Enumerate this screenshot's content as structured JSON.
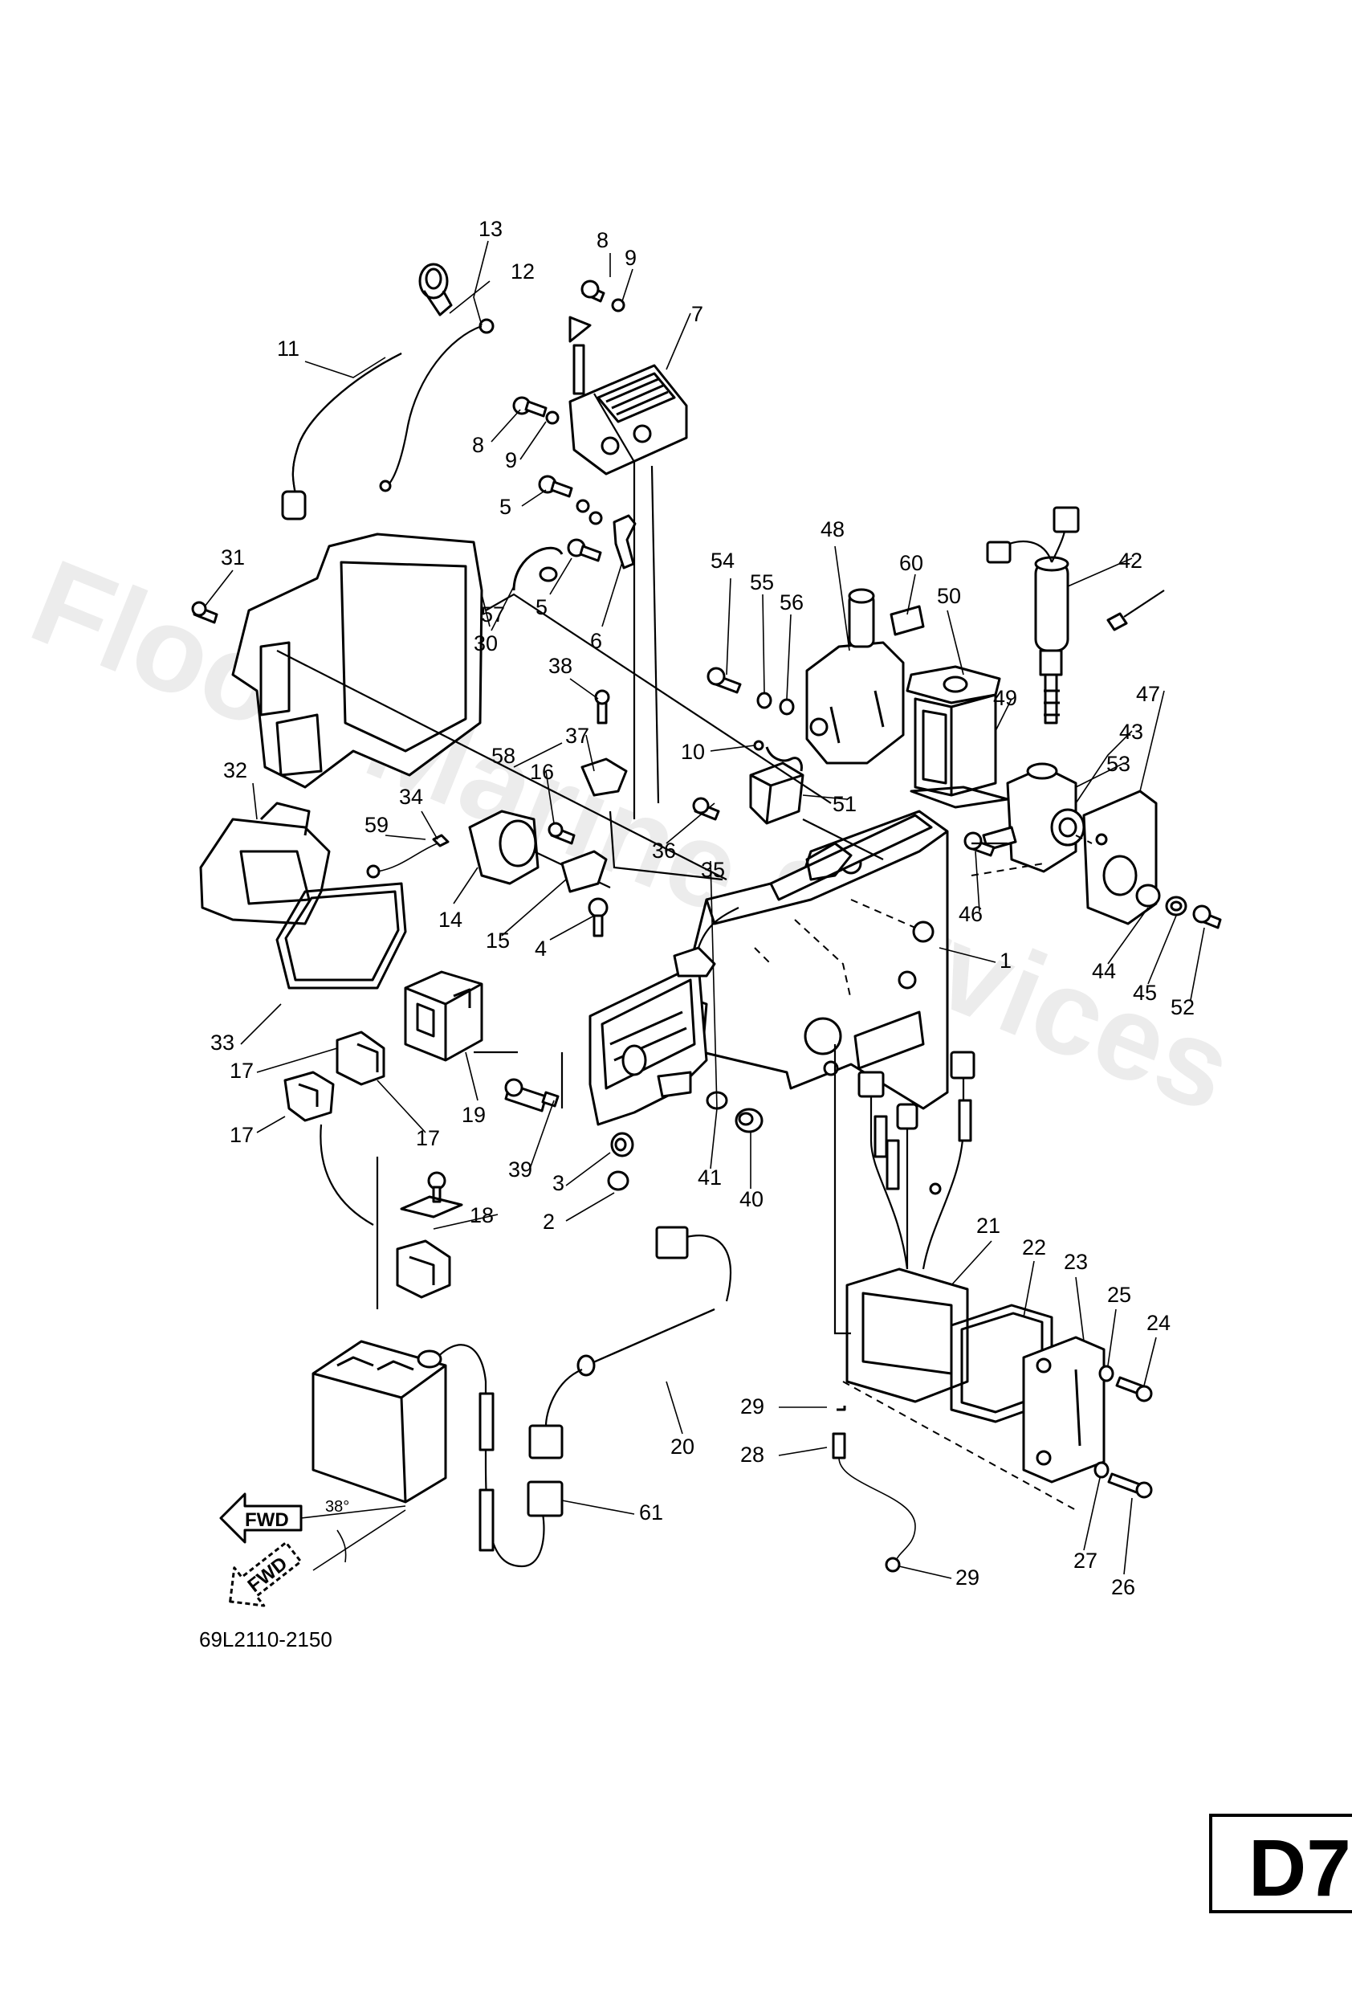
{
  "watermark": "Flood Marine Services",
  "diagram_code": "69L2110-2150",
  "page_label": "D7",
  "fwd_label": "FWD",
  "angle_label": "38°",
  "parts": [
    {
      "id": "p1",
      "label": "1"
    },
    {
      "id": "p2",
      "label": "2"
    },
    {
      "id": "p3",
      "label": "3"
    },
    {
      "id": "p4",
      "label": "4"
    },
    {
      "id": "p5a",
      "label": "5"
    },
    {
      "id": "p5b",
      "label": "5"
    },
    {
      "id": "p6",
      "label": "6"
    },
    {
      "id": "p7",
      "label": "7"
    },
    {
      "id": "p8a",
      "label": "8"
    },
    {
      "id": "p8b",
      "label": "8"
    },
    {
      "id": "p9a",
      "label": "9"
    },
    {
      "id": "p9b",
      "label": "9"
    },
    {
      "id": "p10",
      "label": "10"
    },
    {
      "id": "p11",
      "label": "11"
    },
    {
      "id": "p12",
      "label": "12"
    },
    {
      "id": "p13",
      "label": "13"
    },
    {
      "id": "p14",
      "label": "14"
    },
    {
      "id": "p15",
      "label": "15"
    },
    {
      "id": "p16",
      "label": "16"
    },
    {
      "id": "p17a",
      "label": "17"
    },
    {
      "id": "p17b",
      "label": "17"
    },
    {
      "id": "p17c",
      "label": "17"
    },
    {
      "id": "p18",
      "label": "18"
    },
    {
      "id": "p19",
      "label": "19"
    },
    {
      "id": "p20",
      "label": "20"
    },
    {
      "id": "p21",
      "label": "21"
    },
    {
      "id": "p22",
      "label": "22"
    },
    {
      "id": "p23",
      "label": "23"
    },
    {
      "id": "p24",
      "label": "24"
    },
    {
      "id": "p25",
      "label": "25"
    },
    {
      "id": "p26",
      "label": "26"
    },
    {
      "id": "p27",
      "label": "27"
    },
    {
      "id": "p28",
      "label": "28"
    },
    {
      "id": "p29a",
      "label": "29"
    },
    {
      "id": "p29b",
      "label": "29"
    },
    {
      "id": "p30",
      "label": "30"
    },
    {
      "id": "p31",
      "label": "31"
    },
    {
      "id": "p32",
      "label": "32"
    },
    {
      "id": "p33",
      "label": "33"
    },
    {
      "id": "p34",
      "label": "34"
    },
    {
      "id": "p35",
      "label": "35"
    },
    {
      "id": "p36",
      "label": "36"
    },
    {
      "id": "p37",
      "label": "37"
    },
    {
      "id": "p38",
      "label": "38"
    },
    {
      "id": "p39",
      "label": "39"
    },
    {
      "id": "p40",
      "label": "40"
    },
    {
      "id": "p41",
      "label": "41"
    },
    {
      "id": "p42",
      "label": "42"
    },
    {
      "id": "p43",
      "label": "43"
    },
    {
      "id": "p44",
      "label": "44"
    },
    {
      "id": "p45",
      "label": "45"
    },
    {
      "id": "p46",
      "label": "46"
    },
    {
      "id": "p47",
      "label": "47"
    },
    {
      "id": "p48",
      "label": "48"
    },
    {
      "id": "p49",
      "label": "49"
    },
    {
      "id": "p50",
      "label": "50"
    },
    {
      "id": "p51",
      "label": "51"
    },
    {
      "id": "p52",
      "label": "52"
    },
    {
      "id": "p53",
      "label": "53"
    },
    {
      "id": "p54",
      "label": "54"
    },
    {
      "id": "p55",
      "label": "55"
    },
    {
      "id": "p56",
      "label": "56"
    },
    {
      "id": "p57",
      "label": "57"
    },
    {
      "id": "p58",
      "label": "58"
    },
    {
      "id": "p59",
      "label": "59"
    },
    {
      "id": "p60",
      "label": "60"
    },
    {
      "id": "p61",
      "label": "61"
    }
  ]
}
